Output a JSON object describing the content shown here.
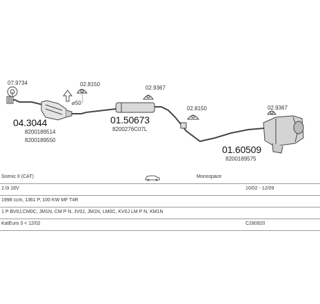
{
  "parts": {
    "clamp_1": "07.9734",
    "catalyst_pn": "04.3044",
    "catalyst_oem_1": "8200189514",
    "catalyst_oem_2": "8200189550",
    "hanger_1": "02.8150",
    "dia": "⌀50",
    "middle_pn": "01.50673",
    "middle_oem": "8200276C07L",
    "hanger_2": "02.9367",
    "hanger_3": "02.8150",
    "hanger_4": "02.9367",
    "rear_pn": "01.60509",
    "rear_oem": "8200189575"
  },
  "info": {
    "vehicle": "Scenic II (CAT)",
    "catalog": "Monospace",
    "engine": "2.0i 16V",
    "years": "10/02 - 12/09",
    "power": "1998 ccm, 1361 P, 100 KW MF T4R",
    "codes": "1 P BV0J,CM0C, JM1N, CM P N, JV0J, JM1N, LM0C, KV0J LM P N, KM1N",
    "norm": "KatEuro 3 < 12/02",
    "ref": "C280920"
  },
  "icons": [
    "clamp-icon",
    "hanger-icon",
    "arrow-icon",
    "car-icon"
  ]
}
